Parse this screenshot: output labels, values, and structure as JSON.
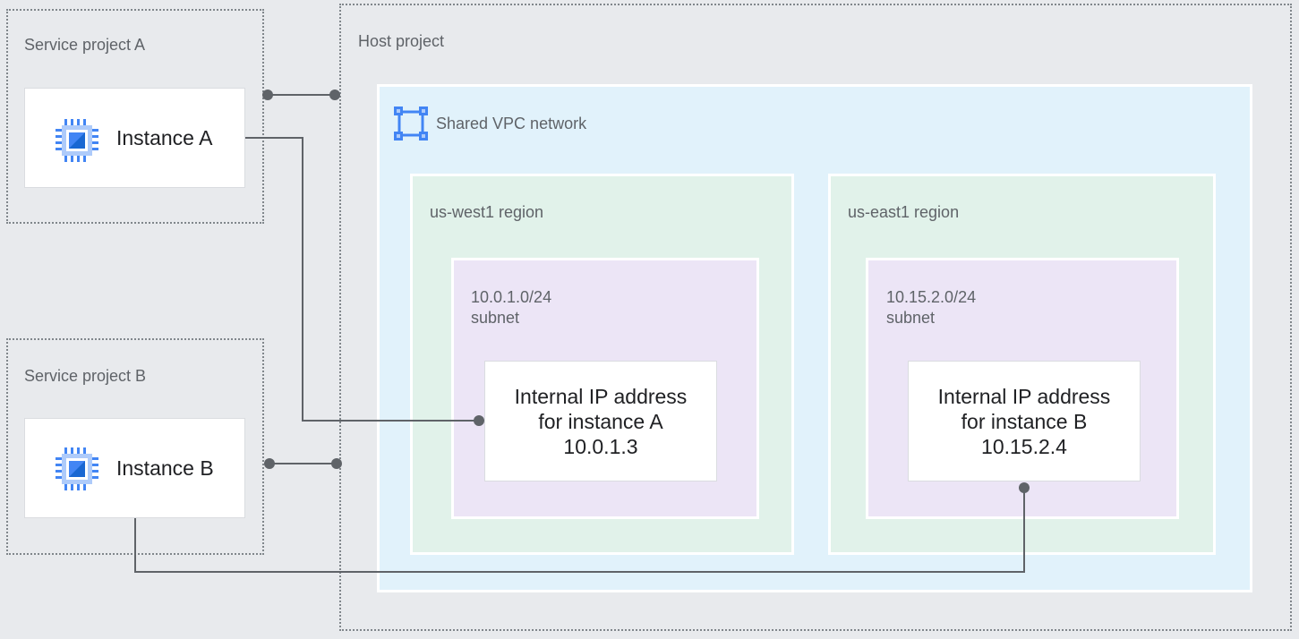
{
  "service_project_a": {
    "label": "Service project A",
    "instance": {
      "label": "Instance A",
      "icon": "compute-engine-icon"
    }
  },
  "service_project_b": {
    "label": "Service project B",
    "instance": {
      "label": "Instance B",
      "icon": "compute-engine-icon"
    }
  },
  "host_project": {
    "label": "Host project",
    "network": {
      "label": "Shared VPC network",
      "icon": "vpc-network-icon",
      "regions": [
        {
          "label": "us-west1 region",
          "subnet": {
            "cidr": "10.0.1.0/24",
            "label": "subnet",
            "ip_box": {
              "line1": "Internal IP address",
              "line2": "for instance A",
              "ip": "10.0.1.3"
            }
          }
        },
        {
          "label": "us-east1 region",
          "subnet": {
            "cidr": "10.15.2.0/24",
            "label": "subnet",
            "ip_box": {
              "line1": "Internal IP address",
              "line2": "for instance B",
              "ip": "10.15.2.4"
            }
          }
        }
      ]
    }
  },
  "colors": {
    "background": "#e8eaed",
    "vpc_fill": "#e1f2fb",
    "region_fill": "#e1f2ea",
    "subnet_fill": "#ece5f6",
    "connector": "#5f6368",
    "icon_blue": "#4285f4"
  }
}
